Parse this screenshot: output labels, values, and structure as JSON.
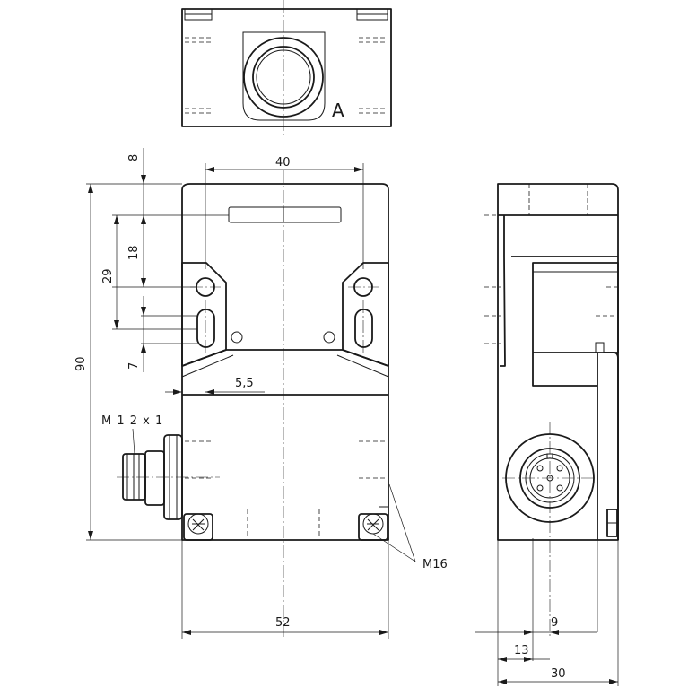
{
  "view_label": "A",
  "dimensions": {
    "top_offset": "8",
    "width_40": "40",
    "height_18": "18",
    "height_29": "29",
    "height_90": "90",
    "height_7": "7",
    "width_5_5": "5,5",
    "thread": "M 1 2 x 1",
    "screw": "M16",
    "width_52": "52",
    "depth_9": "9",
    "depth_13": "13",
    "depth_30": "30"
  },
  "colors": {
    "line": "#1a1a1a",
    "background": "#ffffff"
  }
}
